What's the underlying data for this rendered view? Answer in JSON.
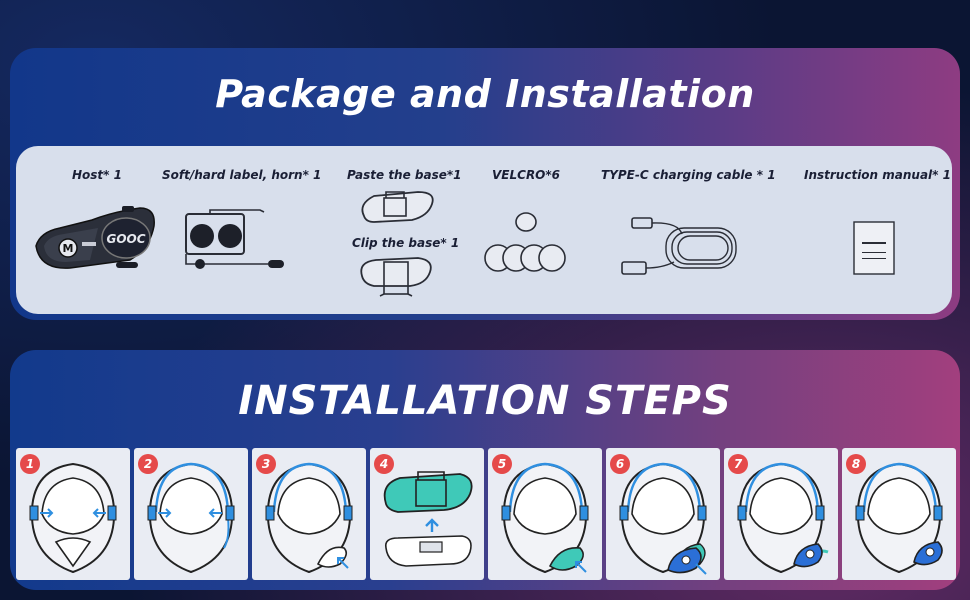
{
  "package": {
    "title": "Package and Installation",
    "items": [
      {
        "label": "Host* 1",
        "icon": "intercom-host-icon"
      },
      {
        "label": "Soft/hard label, horn* 1",
        "icon": "speaker-horn-icon"
      },
      {
        "label": "Paste the base*1",
        "icon": "paste-base-icon"
      },
      {
        "label": "Clip the base* 1",
        "icon": "clip-base-icon"
      },
      {
        "label": "VELCRO*6",
        "icon": "velcro-icon"
      },
      {
        "label": "TYPE-C charging cable * 1",
        "icon": "usb-c-cable-icon"
      },
      {
        "label": "Instruction manual* 1",
        "icon": "manual-icon"
      }
    ],
    "host_brand": "GOOC",
    "host_button": "M"
  },
  "steps": {
    "title": "INSTALLATION STEPS",
    "items": [
      {
        "number": "1",
        "icon": "helmet-step-1-icon"
      },
      {
        "number": "2",
        "icon": "helmet-step-2-icon"
      },
      {
        "number": "3",
        "icon": "helmet-step-3-icon"
      },
      {
        "number": "4",
        "icon": "base-mount-step-4-icon"
      },
      {
        "number": "5",
        "icon": "helmet-step-5-icon"
      },
      {
        "number": "6",
        "icon": "helmet-step-6-icon"
      },
      {
        "number": "7",
        "icon": "helmet-step-7-icon"
      },
      {
        "number": "8",
        "icon": "helmet-step-8-icon"
      }
    ]
  },
  "colors": {
    "panel_blue": "#12378a",
    "panel_magenta": "#8e3c82",
    "accent_blue": "#2f8fe0",
    "teal": "#3fc9b8",
    "badge_red": "#e54a4a"
  }
}
